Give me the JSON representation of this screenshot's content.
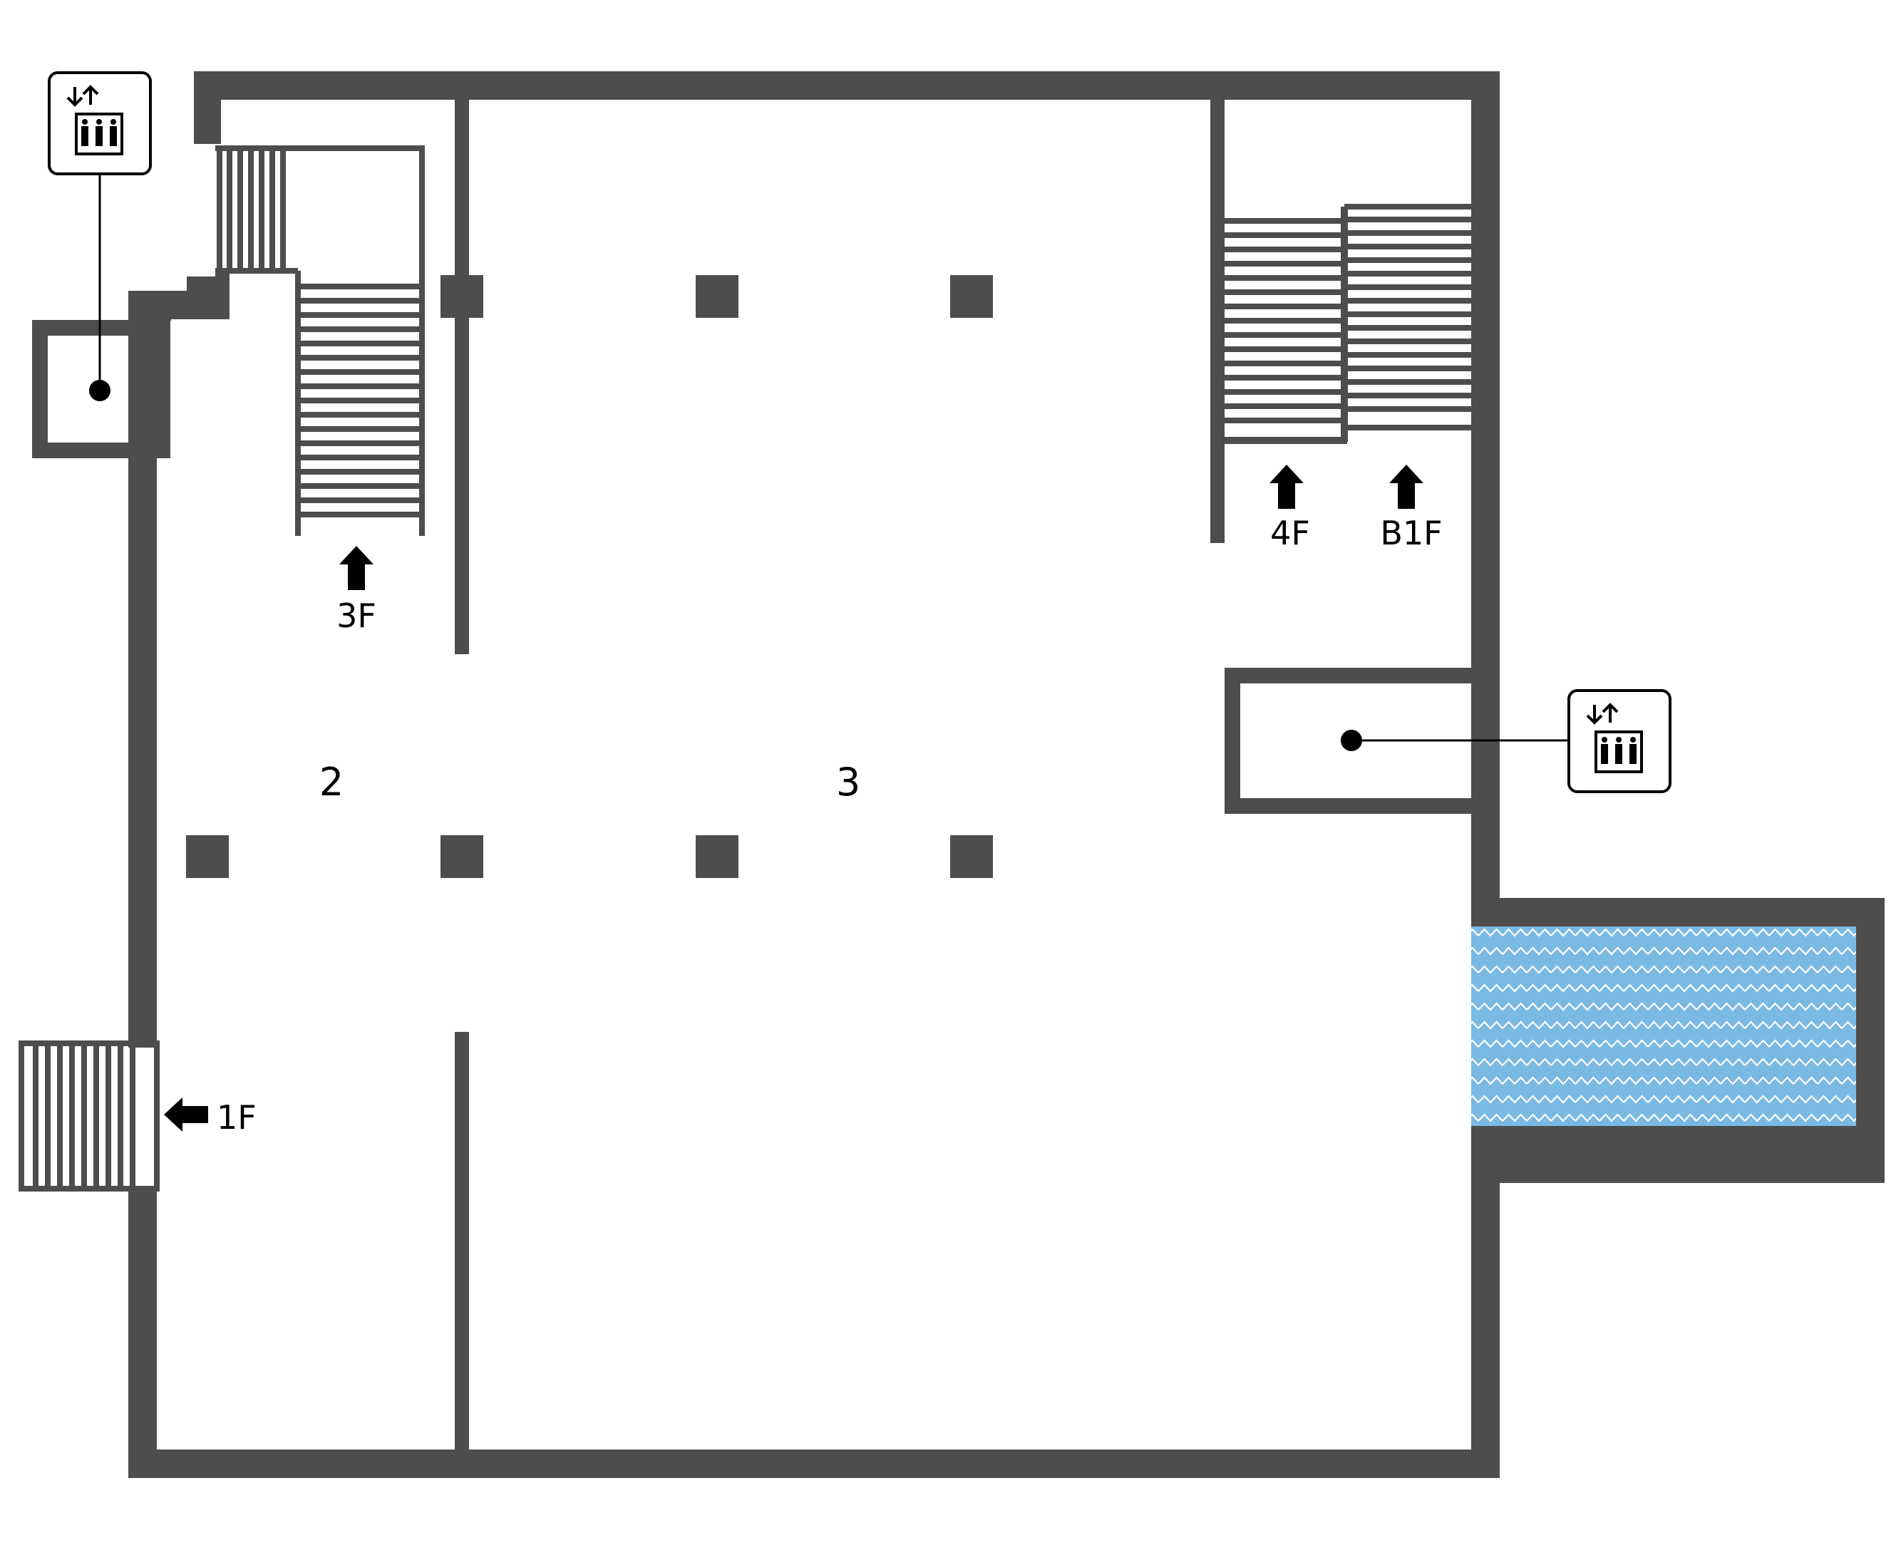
{
  "colors": {
    "wall": "#4d4d4d",
    "water": "#7ab9e3",
    "water_line": "#ffffff",
    "ink": "#000000",
    "background": "#ffffff"
  },
  "rooms": {
    "room_2": "2",
    "room_3": "3"
  },
  "stairs": {
    "to_3f": "3F",
    "to_4f": "4F",
    "to_b1f": "B1F",
    "to_1f": "1F"
  },
  "icons": {
    "elevator": "elevator-icon",
    "arrow": "arrow-icon",
    "water": "water-feature"
  }
}
